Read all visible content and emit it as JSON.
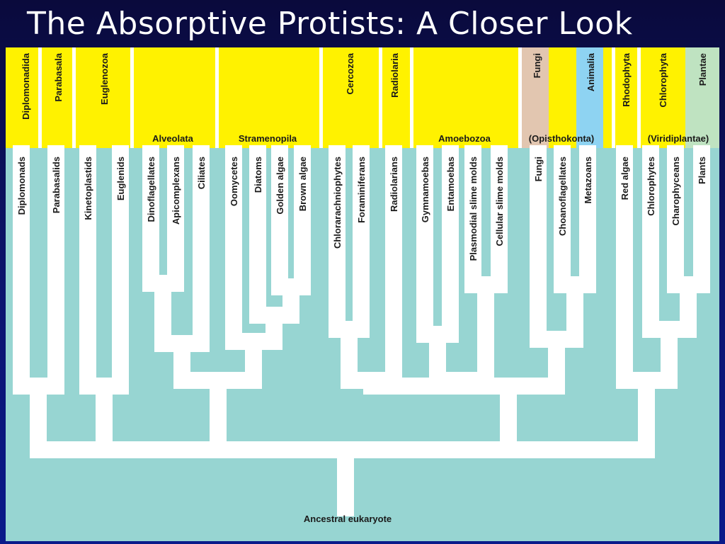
{
  "title": "The Absorptive Protists:  A Closer Look",
  "supergroups": [
    {
      "text": "Diplomonadida",
      "orient": "v"
    },
    {
      "text": "Parabasala",
      "orient": "v"
    },
    {
      "text": "Euglenozoa",
      "orient": "v"
    },
    {
      "text": "Alveolata",
      "orient": "h"
    },
    {
      "text": "Stramenopila",
      "orient": "h"
    },
    {
      "text": "Cercozoa",
      "orient": "v"
    },
    {
      "text": "Radiolaria",
      "orient": "v"
    },
    {
      "text": "Amoebozoa",
      "orient": "h"
    },
    {
      "text": "Fungi",
      "orient": "v"
    },
    {
      "text": "Animalia",
      "orient": "v"
    },
    {
      "text": "(Opisthokonta)",
      "orient": "h"
    },
    {
      "text": "Rhodophyta",
      "orient": "v"
    },
    {
      "text": "Chlorophyta",
      "orient": "v"
    },
    {
      "text": "Plantae",
      "orient": "v"
    },
    {
      "text": "(Viridiplantae)",
      "orient": "h"
    }
  ],
  "taxa": [
    "Diplomonads",
    "Parabasalids",
    "Kinetoplastids",
    "Euglenids",
    "Dinoflagellates",
    "Apicomplexans",
    "Ciliates",
    "Oomycetes",
    "Diatoms",
    "Golden algae",
    "Brown algae",
    "Chlorarachniophytes",
    "Foraminiferans",
    "Radiolarians",
    "Gymnamoebas",
    "Entamoebas",
    "Plasmodial slime molds",
    "Cellular slime molds",
    "Fungi",
    "Choanoflagellates",
    "Metazoans",
    "Red algae",
    "Chlorophytes",
    "Charophyceans",
    "Plants"
  ],
  "root": "Ancestral eukaryote",
  "colors": {
    "header_yellow": "#fff200",
    "fungi_tan": "#e2c6b0",
    "animalia_blue": "#8ed3f2",
    "plantae_green": "#bfe3c1",
    "background_teal": "#97d5d2",
    "branch_white": "#ffffff"
  }
}
